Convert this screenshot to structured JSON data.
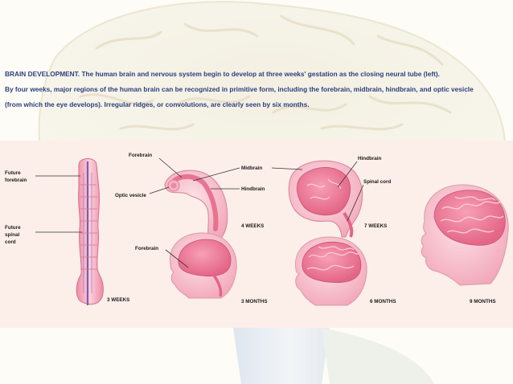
{
  "caption": {
    "heading": "BRAIN DEVELOPMENT.",
    "line1": "The human brain and nervous system begin to develop at three weeks' gestation as the closing neural tube (left).",
    "line2": "By four weeks, major regions of the human brain can be recognized in primitive form, including the forebrain, midbrain, hindbrain, and optic vesicle",
    "line3": "(from which the eye develops). Irregular ridges, or convolutions, are clearly seen by six months."
  },
  "labels": {
    "future_forebrain_1": "Future",
    "future_forebrain_2": "forebrain",
    "future_spinal_1": "Future",
    "future_spinal_2": "spinal",
    "future_spinal_3": "cord",
    "forebrain_4w": "Forebrain",
    "optic_vesicle": "Optic vesicle",
    "midbrain": "Midbrain",
    "hindbrain_4w": "Hindbrain",
    "hindbrain_7w": "Hindbrain",
    "spinal_cord": "Spinal cord",
    "forebrain_3m": "Forebrain"
  },
  "stages": {
    "weeks3": "3 WEEKS",
    "weeks4": "4 WEEKS",
    "weeks7": "7 WEEKS",
    "months3": "3 MONTHS",
    "months6": "6 MONTHS",
    "months9": "9 MONTHS"
  },
  "colors": {
    "caption_text": "#2b3f7e",
    "panel": "#fcefe9",
    "tissue": "#f6b7c6",
    "tissue_dark": "#e0708e",
    "brain": "#f07e9a",
    "neural_line": "#7a5fb0"
  }
}
